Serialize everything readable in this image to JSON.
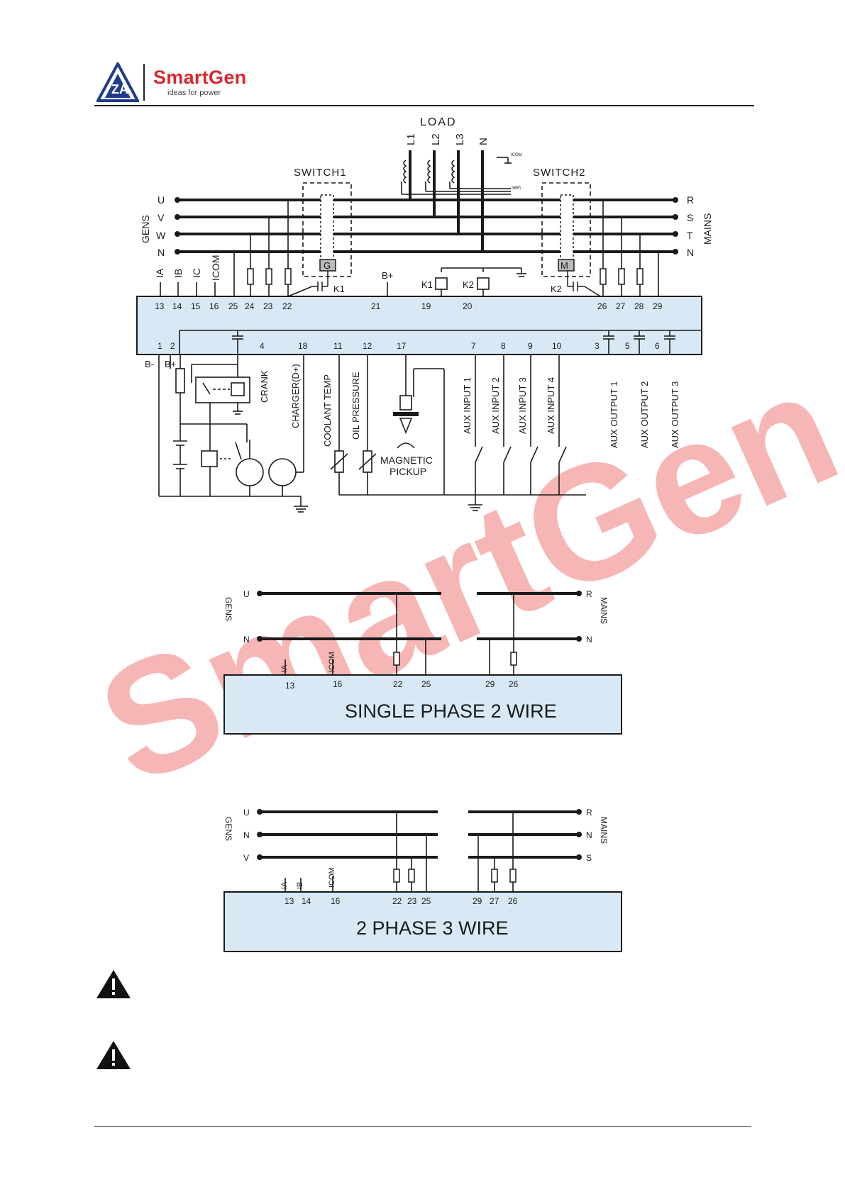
{
  "header": {
    "brand": "SmartGen",
    "tagline": "ideas for power",
    "logo_letters": "ZA"
  },
  "colors": {
    "box_fill": "#d8e9f5",
    "brand_red": "#d8262d",
    "line": "#1a1a1a"
  },
  "main_diagram": {
    "load_label": "LOAD",
    "load_phases": [
      "L1",
      "L2",
      "L3",
      "N"
    ],
    "icom_small": "ICOM",
    "ct_small": [
      "IA",
      "IB",
      "IC"
    ],
    "switch1": "SWITCH1",
    "switch2": "SWITCH2",
    "gens_label": "GENS",
    "mains_label": "MAINS",
    "gen_phases": [
      "U",
      "V",
      "W",
      "N"
    ],
    "mains_phases": [
      "R",
      "S",
      "T",
      "N"
    ],
    "gen_box": "G",
    "mains_box": "M",
    "ct_inputs": [
      "IA",
      "IB",
      "IC",
      "ICOM"
    ],
    "top_terminals_left": [
      "13",
      "14",
      "15",
      "16",
      "25",
      "24",
      "23",
      "22"
    ],
    "top_terminals_mid": [
      "21",
      "19",
      "20"
    ],
    "top_terminals_right": [
      "26",
      "27",
      "28",
      "29"
    ],
    "bplus_top": "B+",
    "relay_k1": "K1",
    "relay_k2": "K2",
    "bottom_terminals": [
      "1",
      "2",
      "4",
      "18",
      "11",
      "12",
      "17",
      "7",
      "8",
      "9",
      "10",
      "3",
      "5",
      "6"
    ],
    "bminus": "B-",
    "bplus": "B+",
    "crank": "CRANK",
    "charger": "CHARGER(D+)",
    "coolant": "COOLANT TEMP",
    "oil": "OIL PRESSURE",
    "magnetic": "MAGNETIC",
    "pickup": "PICKUP",
    "aux_inputs": [
      "AUX INPUT 1",
      "AUX INPUT 2",
      "AUX INPUT 3",
      "AUX INPUT 4"
    ],
    "aux_outputs": [
      "AUX OUTPUT 1",
      "AUX OUTPUT 2",
      "AUX OUTPUT 3"
    ]
  },
  "single_phase": {
    "title": "SINGLE PHASE 2 WIRE",
    "gen_phases": [
      "U",
      "N"
    ],
    "mains_phases": [
      "R",
      "N"
    ],
    "gens_label": "GENS",
    "mains_label": "MAINS",
    "ct_labels": [
      "IA",
      "ICOM"
    ],
    "terminals": [
      "13",
      "16",
      "22",
      "25",
      "29",
      "26"
    ]
  },
  "two_phase": {
    "title": "2 PHASE 3 WIRE",
    "gen_phases": [
      "U",
      "N",
      "V"
    ],
    "mains_phases": [
      "R",
      "N",
      "S"
    ],
    "gens_label": "GENS",
    "mains_label": "MAINS",
    "ct_labels": [
      "IA",
      "IB",
      "ICOM"
    ],
    "terminals": [
      "13",
      "14",
      "16",
      "22",
      "23",
      "25",
      "29",
      "27",
      "26"
    ]
  },
  "watermark": "SmartGen"
}
